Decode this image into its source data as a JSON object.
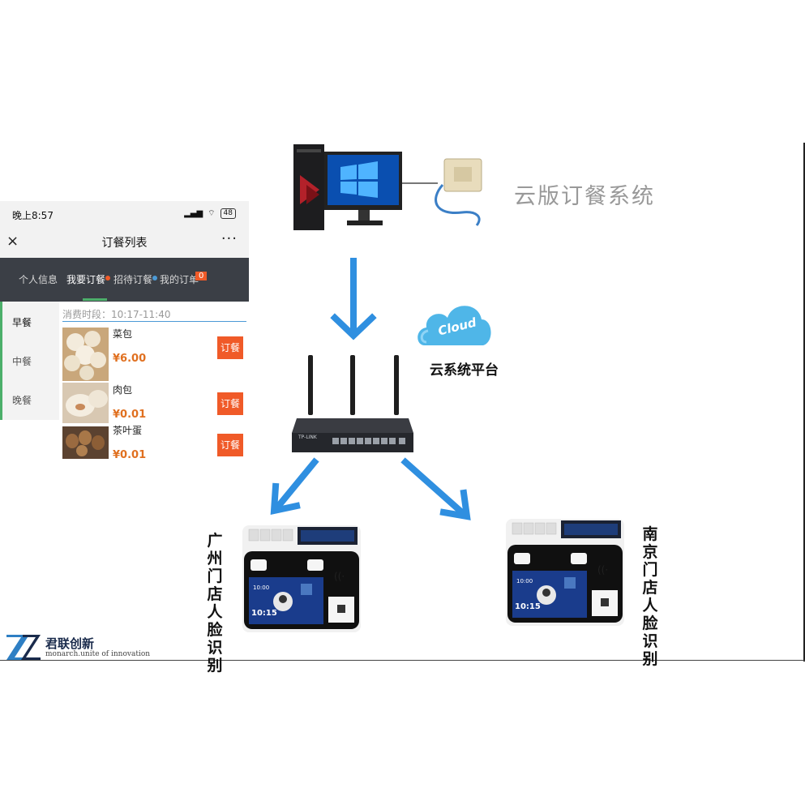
{
  "phone": {
    "status_time": "晚上8:57",
    "status_signal": "📶",
    "battery": "48",
    "close_glyph": "×",
    "title": "订餐列表",
    "more_glyph": "···",
    "tabs": [
      {
        "label": "个人信息"
      },
      {
        "label": "我要订餐",
        "active": true
      },
      {
        "label": "招待订餐",
        "dot_color": "#f05a28"
      },
      {
        "label": "我的订单",
        "dot_color": "#4c9ad6",
        "badge": "0"
      }
    ],
    "meals": [
      {
        "label": "早餐",
        "active": true
      },
      {
        "label": "中餐"
      },
      {
        "label": "晚餐"
      }
    ],
    "period": "消费时段：10:17-11:40",
    "items": [
      {
        "name": "菜包",
        "price": "¥6.00",
        "button": "订餐"
      },
      {
        "name": "肉包",
        "price": "¥0.01",
        "button": "订餐"
      },
      {
        "name": "茶叶蛋",
        "price": "¥0.01",
        "button": "订餐"
      }
    ]
  },
  "diagram": {
    "system_label": "云版订餐系统",
    "cloud_word": "Cloud",
    "cloud_label": "云系统平台",
    "router_brand": "TP-LINK",
    "left_terminal_label": "广州门店人脸识别",
    "right_terminal_label": "南京门店人脸识别",
    "terminal_clock": "10:15",
    "terminal_time_small": "10:00"
  },
  "logo": {
    "name": "君联创新",
    "tagline": "monarch.unite of innovation"
  },
  "colors": {
    "arrow": "#2f8fe0",
    "tab_bar": "#3b3f46",
    "accent_orange": "#f05a28",
    "price": "#e07020",
    "cloud": "#4fb6e8"
  }
}
